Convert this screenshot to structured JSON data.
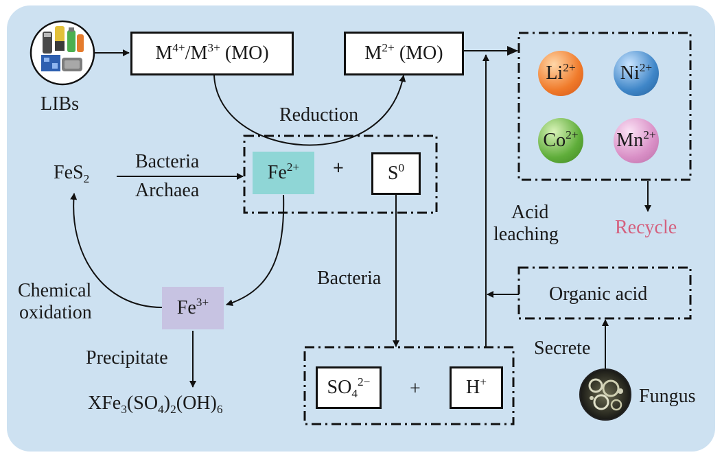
{
  "labels": {
    "libs": "LIBs",
    "m43_main": "M",
    "m43_sup1": "4+",
    "m43_slash": "/M",
    "m43_sup2": "3+",
    "m43_tail": " (MO)",
    "m2_main": "M",
    "m2_sup": "2+",
    "m2_tail": " (MO)",
    "reduction": "Reduction",
    "fes2_main": "FeS",
    "fes2_sub": "2",
    "bacteria_top": "Bacteria",
    "archaea": "Archaea",
    "fe2_main": "Fe",
    "fe2_sup": "2+",
    "plus": "+",
    "s0_main": "S",
    "s0_sup": "0",
    "li": "Li",
    "li_sup": "2+",
    "ni": "Ni",
    "ni_sup": "2+",
    "co": "Co",
    "co_sup": "2+",
    "mn": "Mn",
    "mn_sup": "2+",
    "recycle": "Recycle",
    "acid": "Acid",
    "leaching": "leaching",
    "bacteria_mid": "Bacteria",
    "chemical": "Chemical",
    "oxidation": "oxidation",
    "fe3_main": "Fe",
    "fe3_sup": "3+",
    "organic_acid": "Organic acid",
    "precipitate": "Precipitate",
    "x_a": "XFe",
    "x_s1": "3",
    "x_b": "(SO",
    "x_s2": "4",
    "x_c": ")",
    "x_s3": "2",
    "x_d": "(OH)",
    "x_s4": "6",
    "secrete": "Secrete",
    "so4_main": "SO",
    "so4_sub": "4",
    "so4_sup": "2−",
    "plus2": "+",
    "h_main": "H",
    "h_sup": "+",
    "fungus": "Fungus"
  },
  "colors": {
    "panel_bg": "#cde1f1",
    "fe2_fill": "#8fd6d6",
    "fe3_fill": "#c7c3e2",
    "recycle_text": "#d4607e",
    "li_ball": "#f07a2a",
    "ni_ball": "#3f86c8",
    "co_ball": "#5fad3a",
    "mn_ball": "#d98fc6"
  },
  "icons": {
    "libs": "battery-collection-icon",
    "fungus": "fungus-colony-icon"
  }
}
